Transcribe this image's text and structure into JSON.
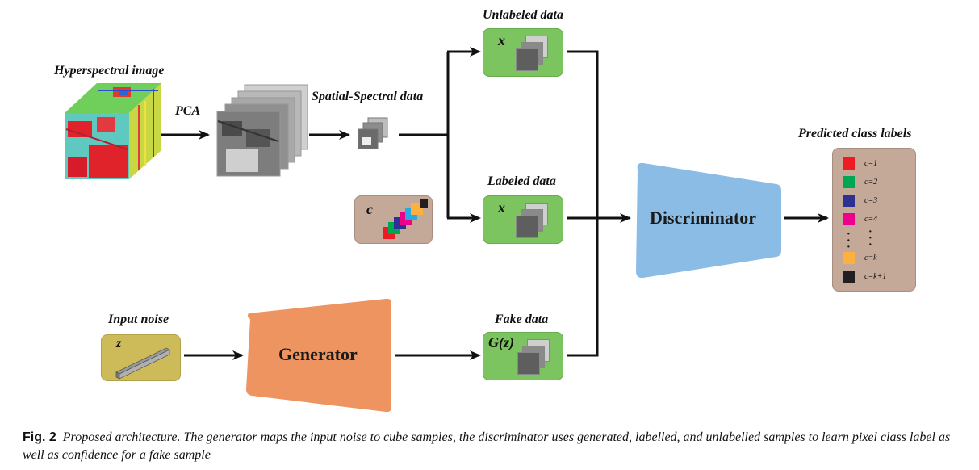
{
  "labels": {
    "hyperspectral": "Hyperspectral image",
    "pca": "PCA",
    "spatial_spectral": "Spatial-Spectral data",
    "unlabeled": "Unlabeled data",
    "labeled": "Labeled data",
    "fake": "Fake data",
    "input_noise": "Input noise",
    "predicted": "Predicted class labels"
  },
  "variables": {
    "x_unlabeled": "x",
    "x_labeled": "x",
    "c": "c",
    "z": "z",
    "gz": "G(z)"
  },
  "blocks": {
    "generator": "Generator",
    "discriminator": "Discriminator"
  },
  "colors": {
    "data_box": "#7cc45f",
    "noise_box": "#cdbb5a",
    "class_box": "#c4a898",
    "generator": "#ee9460",
    "discriminator": "#8bbce6"
  },
  "legend": [
    {
      "label": "c=1",
      "color": "#ed1c24"
    },
    {
      "label": "c=2",
      "color": "#00a651"
    },
    {
      "label": "c=3",
      "color": "#2e3192"
    },
    {
      "label": "c=4",
      "color": "#ec008c"
    },
    {
      "label": "c=k",
      "color": "#fbb040"
    },
    {
      "label": "c=k+1",
      "color": "#231f20"
    }
  ],
  "c_squares": [
    "#ed1c24",
    "#00a651",
    "#2e3192",
    "#ec008c",
    "#29abe2",
    "#fbb040",
    "#231f20"
  ],
  "caption": {
    "fig": "Fig. 2",
    "text": "Proposed architecture. The generator maps the input noise to cube samples, the discriminator uses generated, labelled, and unlabelled samples to learn pixel class label as well as confidence for a fake sample"
  }
}
